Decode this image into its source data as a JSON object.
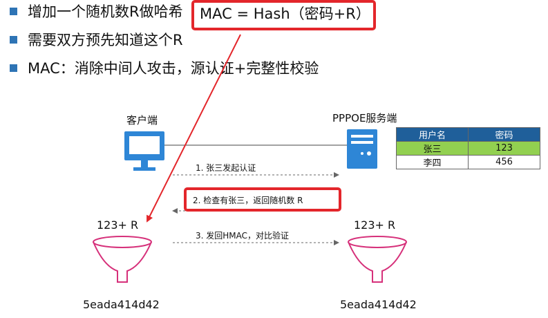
{
  "bullets": [
    {
      "text": "增加一个随机数R做哈希"
    },
    {
      "text": "需要双方预先知道这个R"
    },
    {
      "text": "MAC：消除中间人攻击，源认证+完整性校验"
    }
  ],
  "formula": "MAC = Hash（密码+R）",
  "client": {
    "label": "客户端",
    "input": "123+ R",
    "hash": "5eada414d42"
  },
  "server": {
    "label": "PPPOE服务端",
    "input": "123+ R",
    "hash": "5eada414d42"
  },
  "steps": [
    {
      "text": "1. 张三发起认证"
    },
    {
      "text": "2. 检查有张三，返回随机数 R"
    },
    {
      "text": "3. 发回HMAC，对比验证"
    }
  ],
  "user_table": {
    "headers": [
      "用户名",
      "密码"
    ],
    "rows": [
      [
        "张三",
        "123"
      ],
      [
        "李四",
        "456"
      ]
    ]
  },
  "colors": {
    "highlight": "#e3262b",
    "bullet": "#2e74b5",
    "icon": "#2e86d6",
    "funnel": "#d6307a",
    "table_header": "#1f5f9a",
    "table_highlight_row": "#92d050"
  }
}
